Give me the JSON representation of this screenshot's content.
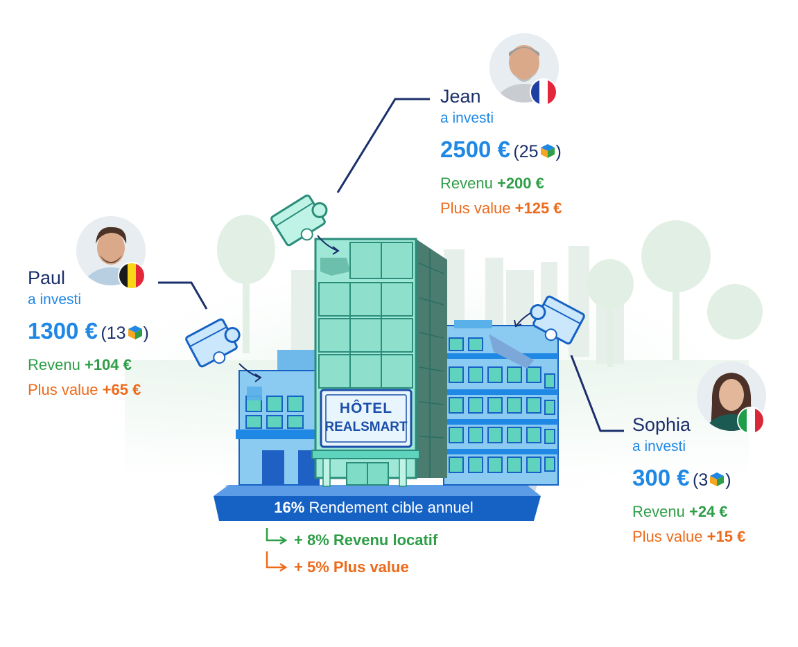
{
  "investors": [
    {
      "id": "jean",
      "name": "Jean",
      "verb": "a investi",
      "amount": "2500 €",
      "paren_open": "(",
      "shares": "25",
      "paren_close": ")",
      "revenue_label": "Revenu",
      "revenue_value": "+200 €",
      "gain_label": "Plus value",
      "gain_value": "+125 €",
      "flag": [
        "#1f3fa4",
        "#ffffff",
        "#e4263a"
      ]
    },
    {
      "id": "paul",
      "name": "Paul",
      "verb": "a investi",
      "amount": "1300 €",
      "paren_open": "(",
      "shares": "13",
      "paren_close": ")",
      "revenue_label": "Revenu",
      "revenue_value": "+104 €",
      "gain_label": "Plus value",
      "gain_value": "+65 €",
      "flag": [
        "#1a1a1a",
        "#f9d616",
        "#e4263a"
      ]
    },
    {
      "id": "sophia",
      "name": "Sophia",
      "verb": "a investi",
      "amount": "300 €",
      "paren_open": "(",
      "shares": "3",
      "paren_close": ")",
      "revenue_label": "Revenu",
      "revenue_value": "+24 €",
      "gain_label": "Plus value",
      "gain_value": "+15 €",
      "flag": [
        "#1f9e4a",
        "#ffffff",
        "#d8283a"
      ]
    }
  ],
  "hotel_sign": {
    "line1": "HÔTEL",
    "line2": "REALSMART"
  },
  "banner": {
    "percent": "16%",
    "text": "Rendement cible annuel"
  },
  "breakdown": [
    {
      "text": "+ 8% Revenu locatif",
      "color": "#2e9e48"
    },
    {
      "text": "+ 5% Plus value",
      "color": "#ec6a1b"
    }
  ],
  "colors": {
    "navy": "#1b2f6b",
    "blue": "#1f88e5",
    "green": "#2e9e48",
    "orange": "#ec6a1b",
    "teal": "#5fd3bd",
    "banner": "#1662c4"
  }
}
